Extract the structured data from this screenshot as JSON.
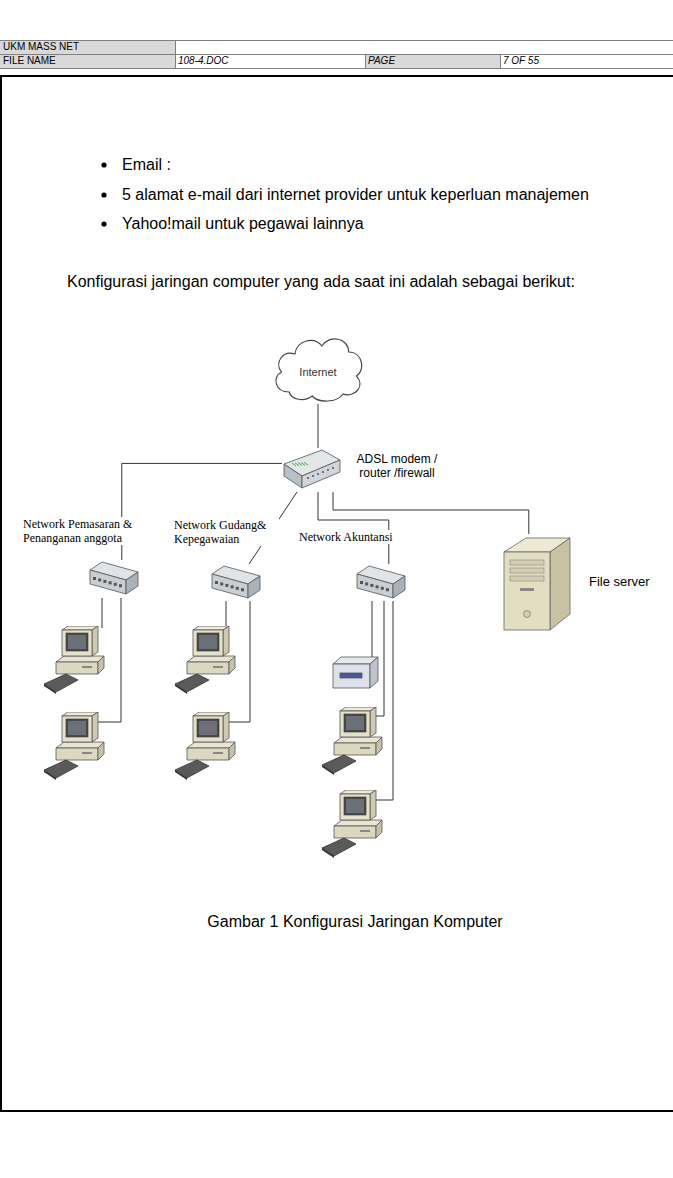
{
  "diagram": {
    "caption": "Gambar 1 Konfigurasi Jaringan Komputer",
    "nodes": [
      {
        "text": [
          "Internet"
        ]
      },
      {
        "text": [
          "ADSL modem / router /firewall"
        ]
      },
      {
        "text": [
          "Network Pemasaran & Penanganan anggota"
        ]
      },
      {
        "text": [
          "Network Gudang& Kepegawaian"
        ]
      },
      {
        "text": [
          "Network Akuntansi"
        ]
      },
      {
        "text": [
          "File server"
        ]
      }
    ],
    "edges": [
      {
        "from": 0,
        "to": 1,
        "arrow": "none"
      },
      {
        "from": 1,
        "to": 2,
        "arrow": "none"
      },
      {
        "from": 1,
        "to": 3,
        "arrow": "none"
      },
      {
        "from": 1,
        "to": 4,
        "arrow": "none"
      },
      {
        "from": 1,
        "to": 5,
        "arrow": "none"
      }
    ],
    "labels": [
      "UKM MASS NET",
      "FILE NAME",
      "108-4.DOC",
      "PAGE",
      "7 OF 55",
      "Email :",
      "5 alamat e-mail dari internet provider untuk keperluan manajemen",
      "Yahoo!mail untuk pegawai lainnya",
      "Konfigurasi jaringan computer yang ada saat ini adalah sebagai berikut:"
    ]
  }
}
